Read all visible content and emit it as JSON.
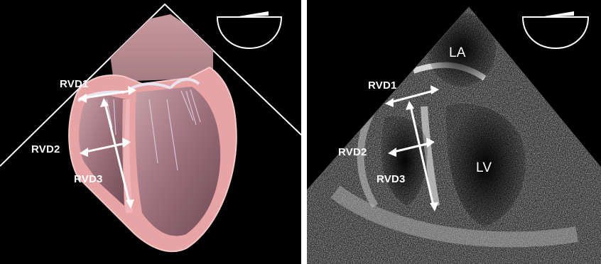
{
  "left_panel": {
    "labels": {
      "rvd1": "RVD1",
      "rvd2": "RVD2",
      "rvd3": "RVD3"
    },
    "colors": {
      "myocardium": "#e8a3a4",
      "cavity": "#a87d88",
      "outline": "#ffffff"
    }
  },
  "right_panel": {
    "labels": {
      "rvd1": "RVD1",
      "rvd2": "RVD2",
      "rvd3": "RVD3",
      "la": "LA",
      "lv": "LV"
    },
    "colors": {
      "speckle": "#9a9a9a",
      "background": "#000000"
    }
  },
  "icons": {
    "probe_orientation": "sector-probe-icon"
  }
}
